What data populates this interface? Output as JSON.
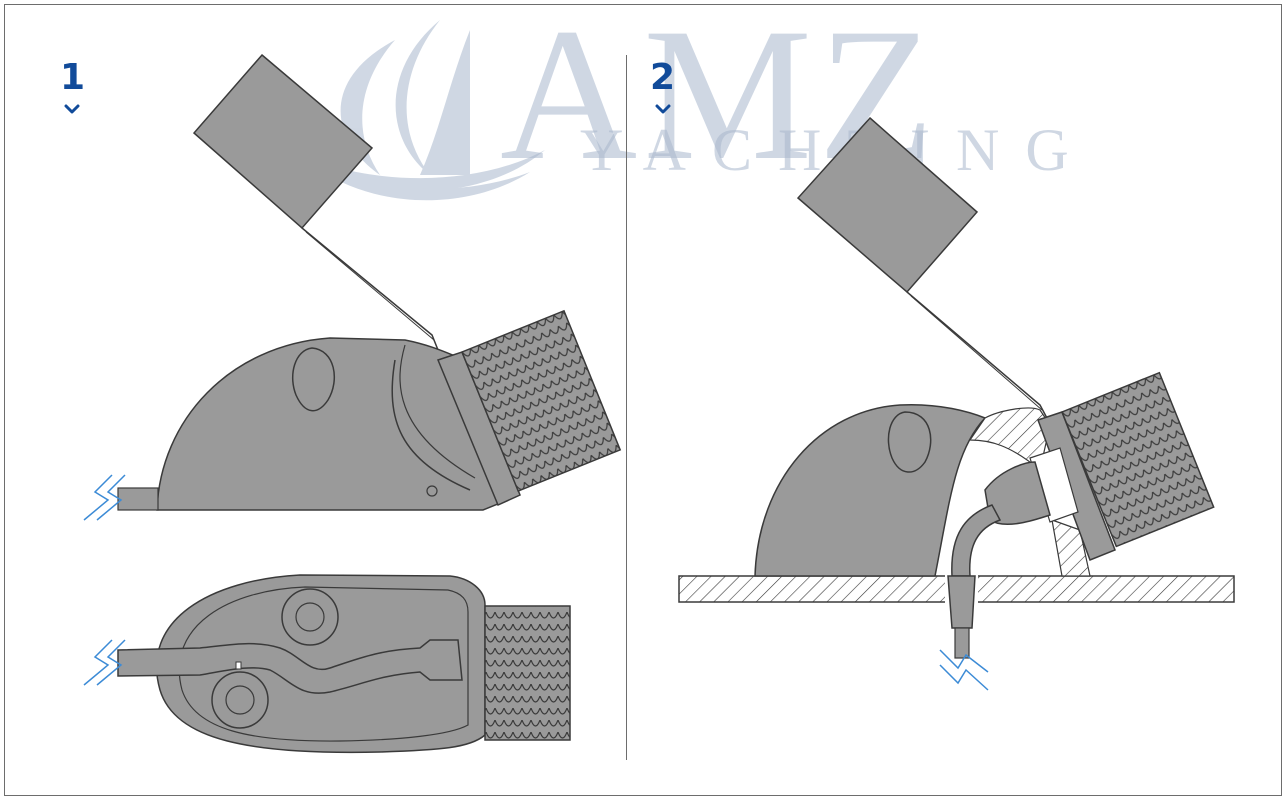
{
  "steps": [
    {
      "number": "1"
    },
    {
      "number": "2"
    }
  ],
  "watermark": {
    "brand": "AMZ",
    "tagline": "YACHTING",
    "color": "#a9b8cd"
  },
  "colors": {
    "step_number": "#114b9a",
    "break_line": "#3c8bd6",
    "body_fill": "#9a9a9a",
    "outline": "#3a3a3a"
  },
  "icons": [
    "chevron-down-icon",
    "cable-break-icon"
  ]
}
